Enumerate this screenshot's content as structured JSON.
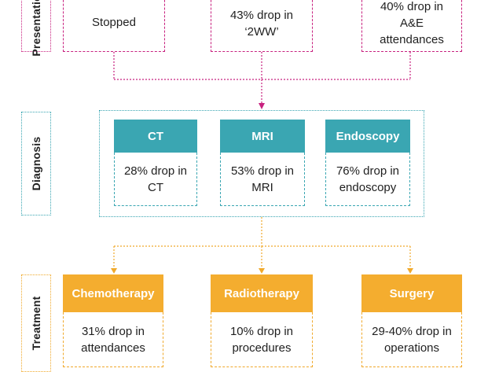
{
  "stages": {
    "presentation": "Presentation",
    "diagnosis": "Diagnosis",
    "treatment": "Treatment"
  },
  "presentation": {
    "boxes": [
      {
        "text": "Stopped"
      },
      {
        "text": "43% drop in\n‘2WW’"
      },
      {
        "text": "40% drop in\nA&E\nattendances"
      }
    ]
  },
  "diagnosis": {
    "items": [
      {
        "title": "CT",
        "text": "28% drop in\nCT"
      },
      {
        "title": "MRI",
        "text": "53% drop in\nMRI"
      },
      {
        "title": "Endoscopy",
        "text": "76% drop in\nendoscopy"
      }
    ]
  },
  "treatment": {
    "items": [
      {
        "title": "Chemotherapy",
        "text": "31% drop in\nattendances"
      },
      {
        "title": "Radiotherapy",
        "text": "10% drop in\nprocedures"
      },
      {
        "title": "Surgery",
        "text": "29-40% drop in\noperations"
      }
    ]
  },
  "colors": {
    "presentation": "#c8217f",
    "diagnosis": "#3aa6b2",
    "treatment": "#f4ad2f"
  }
}
